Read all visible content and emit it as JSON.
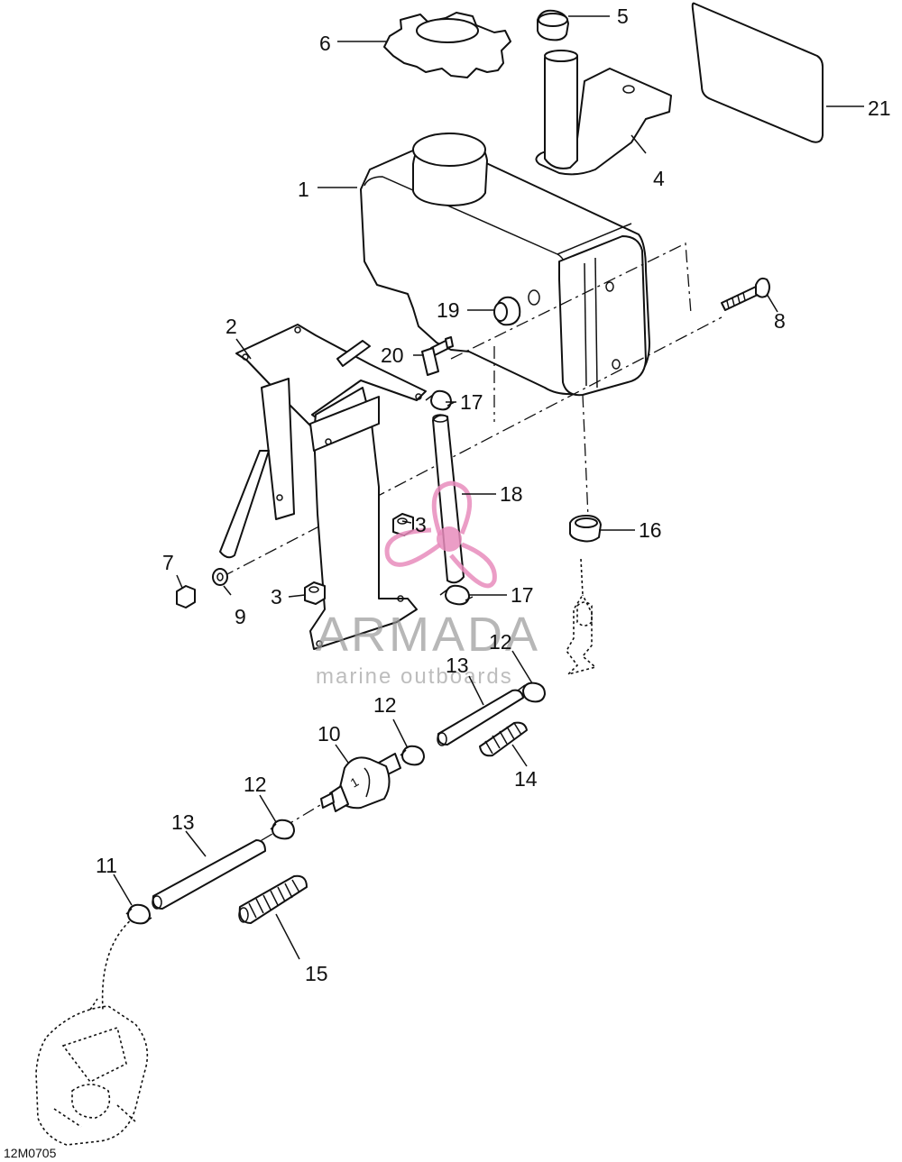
{
  "diagram": {
    "reference_code": "12M0705",
    "watermark": {
      "brand": "ARMADA",
      "tagline": "marine outboards",
      "logo_color": "#e88cbc"
    },
    "callouts": [
      {
        "id": "c1",
        "label": "1"
      },
      {
        "id": "c2",
        "label": "2"
      },
      {
        "id": "c3a",
        "label": "3"
      },
      {
        "id": "c3b",
        "label": "3"
      },
      {
        "id": "c4",
        "label": "4"
      },
      {
        "id": "c5",
        "label": "5"
      },
      {
        "id": "c6",
        "label": "6"
      },
      {
        "id": "c7",
        "label": "7"
      },
      {
        "id": "c8",
        "label": "8"
      },
      {
        "id": "c9",
        "label": "9"
      },
      {
        "id": "c10",
        "label": "10"
      },
      {
        "id": "c11",
        "label": "11"
      },
      {
        "id": "c12a",
        "label": "12"
      },
      {
        "id": "c12b",
        "label": "12"
      },
      {
        "id": "c12c",
        "label": "12"
      },
      {
        "id": "c13a",
        "label": "13"
      },
      {
        "id": "c13b",
        "label": "13"
      },
      {
        "id": "c14",
        "label": "14"
      },
      {
        "id": "c15",
        "label": "15"
      },
      {
        "id": "c16",
        "label": "16"
      },
      {
        "id": "c17a",
        "label": "17"
      },
      {
        "id": "c17b",
        "label": "17"
      },
      {
        "id": "c18",
        "label": "18"
      },
      {
        "id": "c19",
        "label": "19"
      },
      {
        "id": "c20",
        "label": "20"
      },
      {
        "id": "c21",
        "label": "21"
      }
    ]
  }
}
